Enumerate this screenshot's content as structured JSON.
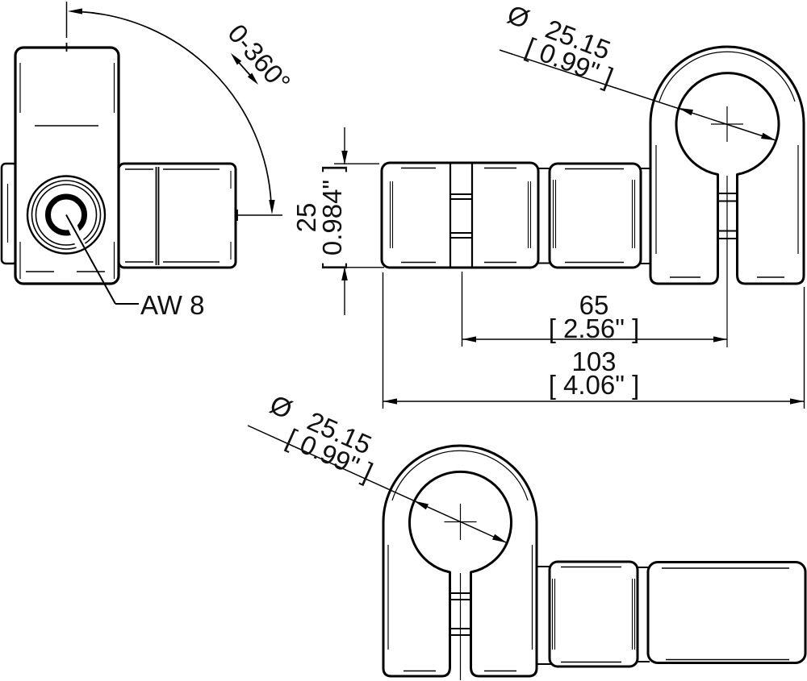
{
  "labels": {
    "rotation_range": "0-360°",
    "wrench_size": "AW 8"
  },
  "dimensions": {
    "ring_inner_diameter": {
      "symbol": "Ø",
      "mm": "25.15",
      "inch": "[ 0.99\" ]"
    },
    "body_diameter": {
      "mm": "25",
      "inch": "[ 0.984\" ]"
    },
    "clamp_to_ring_center": {
      "mm": "65",
      "inch": "[ 2.56\" ]"
    },
    "overall_length": {
      "mm": "103",
      "inch": "[ 4.06\" ]"
    }
  },
  "colors": {
    "line": "#000000",
    "background": "#ffffff"
  }
}
